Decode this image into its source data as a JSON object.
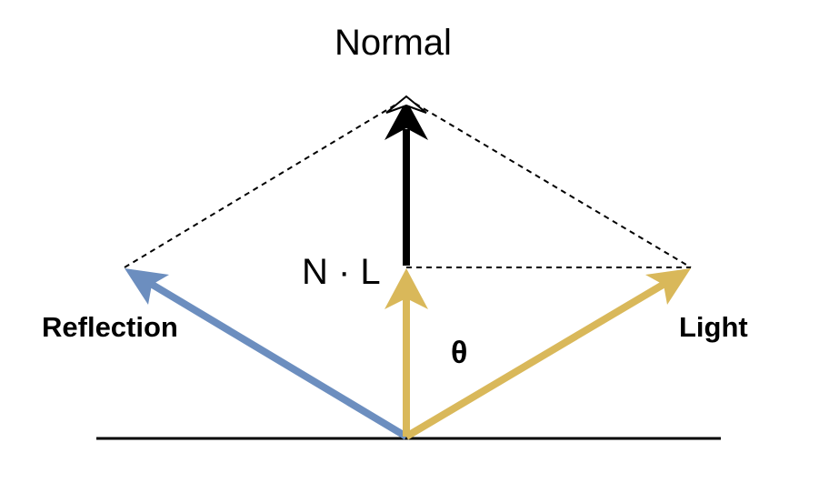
{
  "labels": {
    "normal": "Normal",
    "n_dot_l": "N · L",
    "reflection": "Reflection",
    "light": "Light",
    "theta": "θ"
  },
  "colors": {
    "normal_arrow": "#000000",
    "light_arrow": "#D9B85A",
    "projection_arrow": "#D9B85A",
    "reflection_arrow": "#6C8EBF",
    "dashed_lines": "#000000",
    "surface_line": "#000000"
  }
}
